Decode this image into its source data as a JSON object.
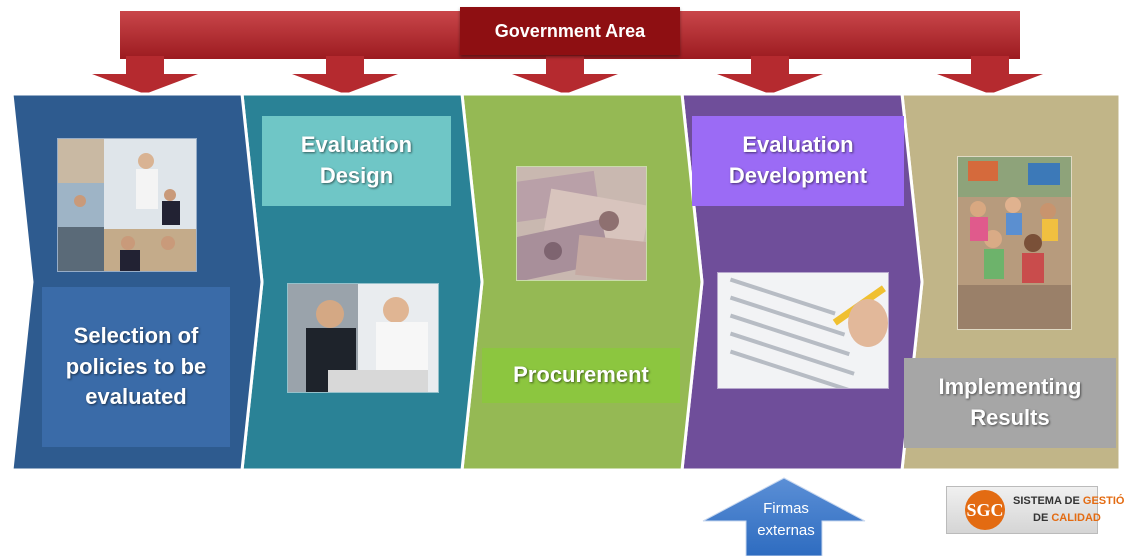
{
  "banner": {
    "label": "Government Area"
  },
  "stages": [
    {
      "id": "selection",
      "label": "Selection  of policies to be evaluated",
      "color": "#2e5b8f"
    },
    {
      "id": "design",
      "label": "Evaluation Design",
      "color": "#2a8296"
    },
    {
      "id": "procurement",
      "label": "Procurement",
      "color": "#95b954"
    },
    {
      "id": "development",
      "label": "Evaluation Development",
      "color": "#6f4e9a"
    },
    {
      "id": "implementing",
      "label": "Implementing Results",
      "color": "#c1b588"
    }
  ],
  "label_colors": {
    "selection": "#3a6ba8",
    "design": "#6fc6c6",
    "procurement": "#8cc63f",
    "development": "#9b6bf5",
    "implementing": "#a6a6a6"
  },
  "external": {
    "label": "Firmas externas"
  },
  "logo": {
    "mark": "SGC",
    "line1a": "SISTEMA DE ",
    "line1b": "GESTIÓN",
    "line2a": "DE ",
    "line2b": "CALIDAD"
  },
  "icons": [
    "meeting-photo-icon",
    "colleagues-photo-icon",
    "banknotes-photo-icon",
    "exam-sheet-photo-icon",
    "classroom-photo-icon"
  ]
}
